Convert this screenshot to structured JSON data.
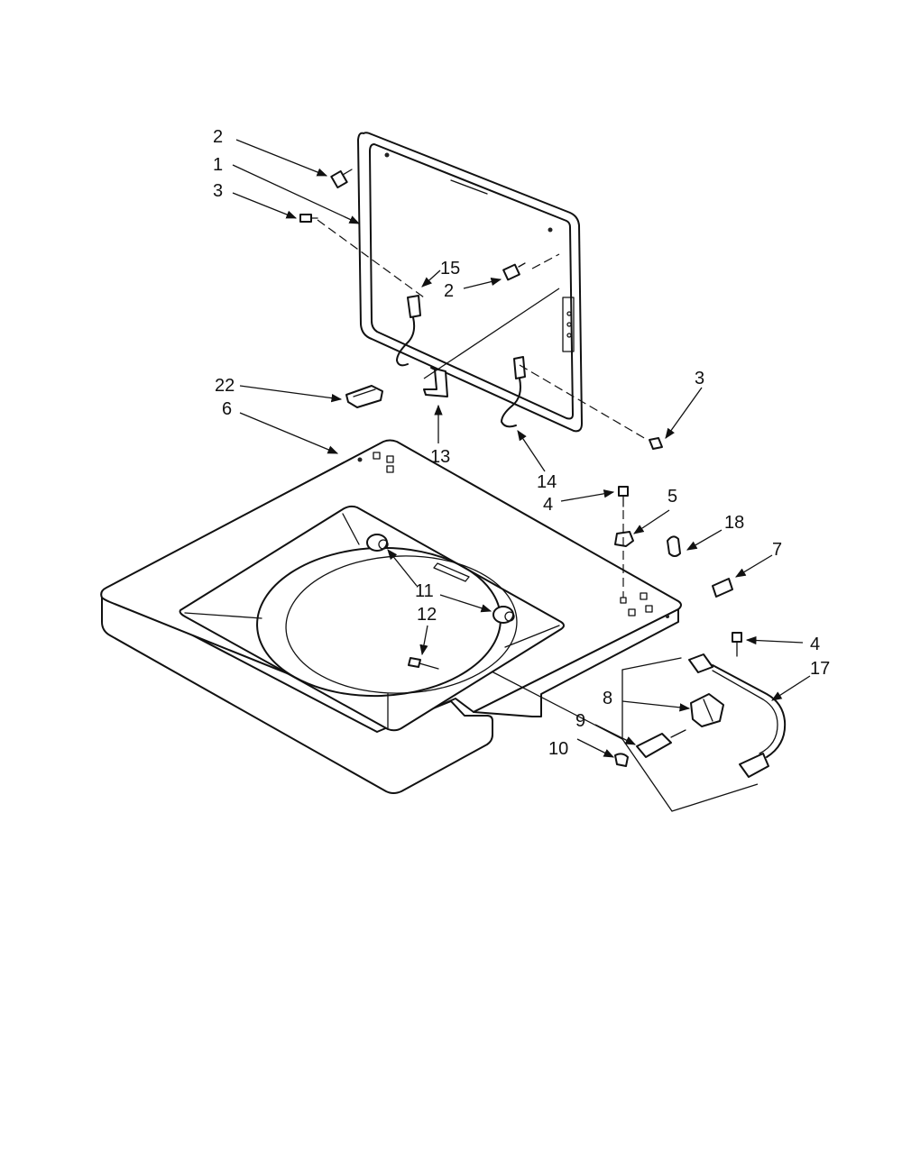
{
  "callouts": [
    {
      "id": "c2a",
      "text": "2"
    },
    {
      "id": "c1",
      "text": "1"
    },
    {
      "id": "c3a",
      "text": "3"
    },
    {
      "id": "c15",
      "text": "15"
    },
    {
      "id": "c2b",
      "text": "2"
    },
    {
      "id": "c22",
      "text": "22"
    },
    {
      "id": "c6",
      "text": "6"
    },
    {
      "id": "c3b",
      "text": "3"
    },
    {
      "id": "c13",
      "text": "13"
    },
    {
      "id": "c14",
      "text": "14"
    },
    {
      "id": "c4a",
      "text": "4"
    },
    {
      "id": "c5",
      "text": "5"
    },
    {
      "id": "c18",
      "text": "18"
    },
    {
      "id": "c7",
      "text": "7"
    },
    {
      "id": "c11",
      "text": "11"
    },
    {
      "id": "c12",
      "text": "12"
    },
    {
      "id": "c4b",
      "text": "4"
    },
    {
      "id": "c17",
      "text": "17"
    },
    {
      "id": "c8",
      "text": "8"
    },
    {
      "id": "c9",
      "text": "9"
    },
    {
      "id": "c10",
      "text": "10"
    }
  ]
}
